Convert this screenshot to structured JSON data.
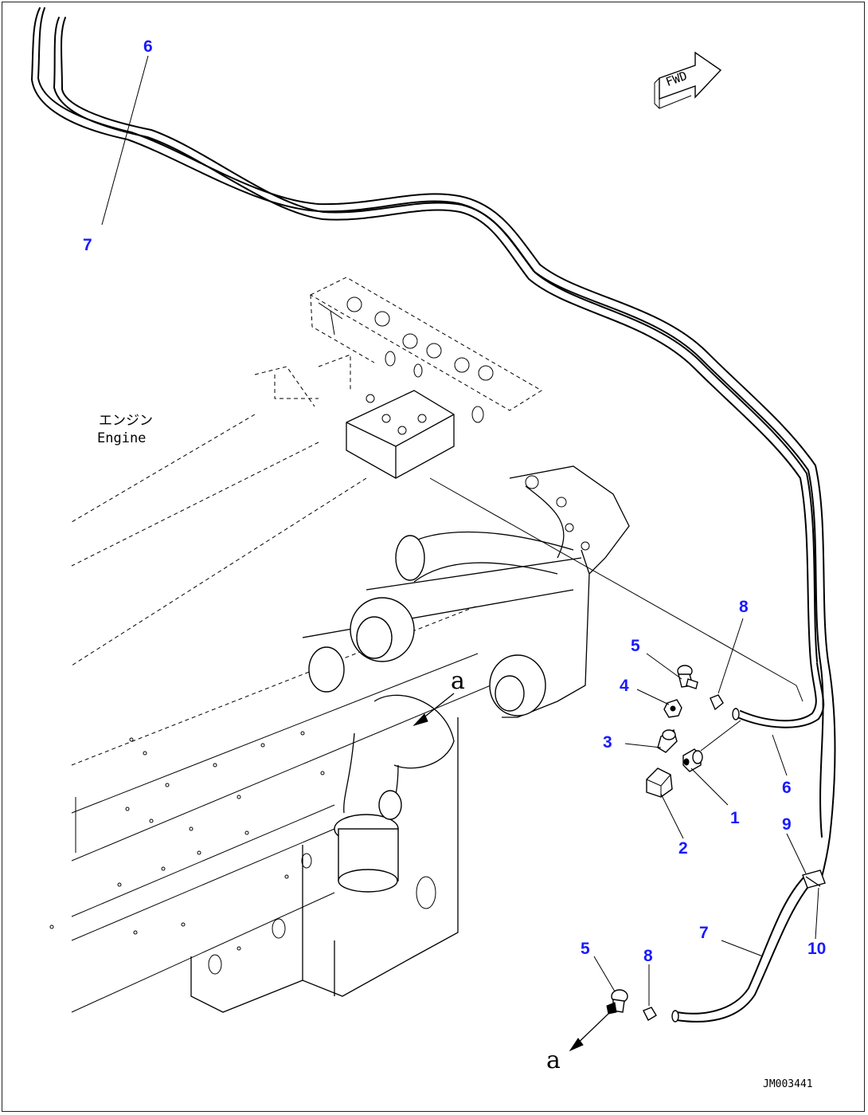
{
  "drawing": {
    "engine_label_jp": "エンジン",
    "engine_label_en": "Engine",
    "fwd_label": "FWD",
    "view_ref": "a",
    "drawing_code": "JM003441"
  },
  "callouts": [
    {
      "id": "c6a",
      "text": "6"
    },
    {
      "id": "c7a",
      "text": "7"
    },
    {
      "id": "c8a",
      "text": "8"
    },
    {
      "id": "c5a",
      "text": "5"
    },
    {
      "id": "c4",
      "text": "4"
    },
    {
      "id": "c3",
      "text": "3"
    },
    {
      "id": "c1",
      "text": "1"
    },
    {
      "id": "c2",
      "text": "2"
    },
    {
      "id": "c6b",
      "text": "6"
    },
    {
      "id": "c9",
      "text": "9"
    },
    {
      "id": "c10",
      "text": "10"
    },
    {
      "id": "c7b",
      "text": "7"
    },
    {
      "id": "c5b",
      "text": "5"
    },
    {
      "id": "c8b",
      "text": "8"
    }
  ],
  "colors": {
    "callout": "#1a1aff",
    "line": "#000000"
  }
}
